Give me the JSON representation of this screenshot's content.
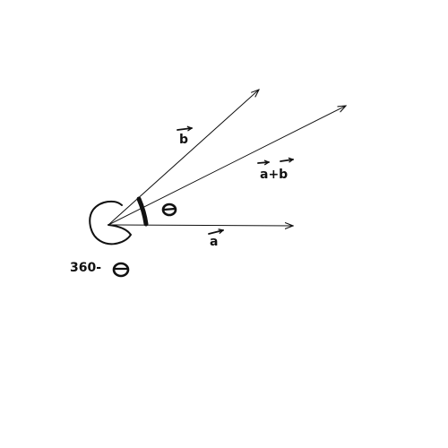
{
  "labels": {
    "vector_b": "b",
    "vector_sum": "a+b",
    "vector_a": "a",
    "angle_theta": "θ",
    "reflex_prefix": "360-",
    "reflex_theta": "θ"
  },
  "colors": {
    "ink": "#111111",
    "background": "#ffffff"
  }
}
